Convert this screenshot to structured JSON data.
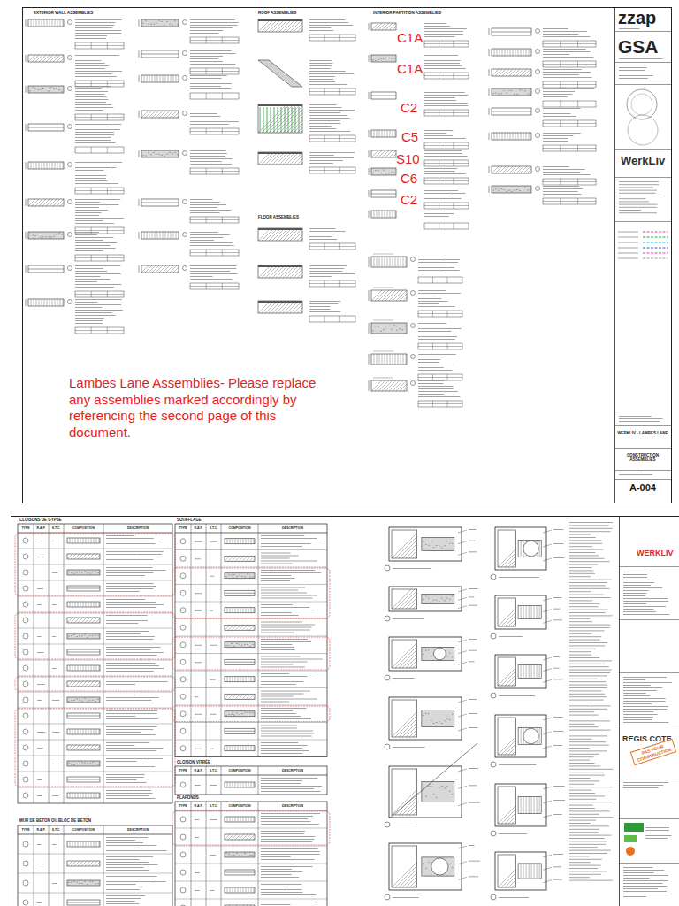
{
  "diagram": {
    "nodes": [
      {
        "text": [
          "WERKLIV - LAMBES LANE"
        ]
      },
      {
        "text": [
          "CONSTRUCTION ASSEMBLIES"
        ]
      },
      {
        "text": [
          "A-004"
        ]
      },
      {
        "text": [
          "PAS POUR CONSTRUCTION"
        ]
      }
    ],
    "labels": [
      "EXTERIOR WALL ASSEMBLIES",
      "ROOF ASSEMBLIES",
      "FLOOR ASSEMBLIES",
      "INTERIOR PARTITION ASSEMBLIES",
      "C1A",
      "C1A",
      "C2",
      "C5",
      "S10",
      "C6",
      "C2",
      "Lambes Lane Assemblies- Please replace any assemblies marked accordingly by referencing the second page of this document.",
      "zzap",
      "GSA",
      "WerkLiv",
      "CLOISONS DE GYPSE",
      "SOUFFLAGE",
      "CLOISON VITRÉE",
      "PLAFONDS",
      "MUR DE BÉTON OU BLOC DE BÉTON",
      "WERKLIV",
      "REGIS COTE",
      "TYPE",
      "R.A.P.",
      "S.T.C.",
      "COMPOSITION",
      "DESCRIPTION",
      "TYPE",
      "R.A.P.",
      "S.T.C.",
      "COMPOSITION",
      "DESCRIPTION",
      "TYPE",
      "R.A.P.",
      "S.T.C.",
      "COMPOSITION",
      "DESCRIPTION",
      "TYPE",
      "R.A.P.",
      "S.T.C.",
      "COMPOSITION",
      "DESCRIPTION",
      "TYPE",
      "R.A.P.",
      "S.T.C.",
      "COMPOSITION",
      "DESCRIPTION"
    ]
  }
}
